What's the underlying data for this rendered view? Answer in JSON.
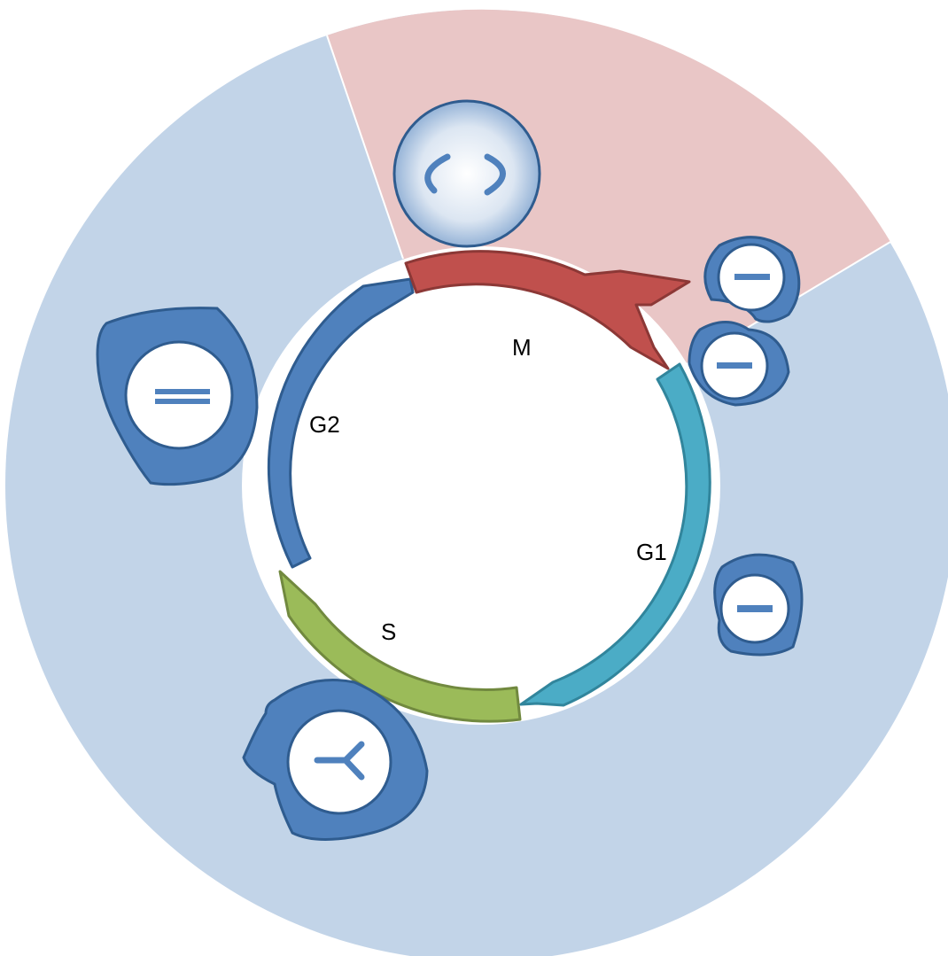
{
  "diagram": {
    "phases": [
      {
        "id": "m",
        "label": "M",
        "color": "#C0504D"
      },
      {
        "id": "g1",
        "label": "G1",
        "color": "#4BACC6"
      },
      {
        "id": "s",
        "label": "S",
        "color": "#9BBB59"
      },
      {
        "id": "g2",
        "label": "G2",
        "color": "#4F81BD"
      }
    ],
    "colors": {
      "outer_ring": "#C2D4E8",
      "mitosis_sector": "#E9C6C6",
      "cell_fill": "#4F81BD",
      "cell_stroke": "#2F5C8F",
      "nucleus_fill": "#FFFFFF",
      "chromosome": "#4F81BD",
      "mitotic_cell_fill": "#DCE6F2"
    },
    "icons": [
      "mitotic-cell-icon",
      "daughter-cell-icon",
      "daughter-cell-icon",
      "g1-cell-icon",
      "s-phase-cell-icon",
      "g2-cell-icon"
    ]
  }
}
